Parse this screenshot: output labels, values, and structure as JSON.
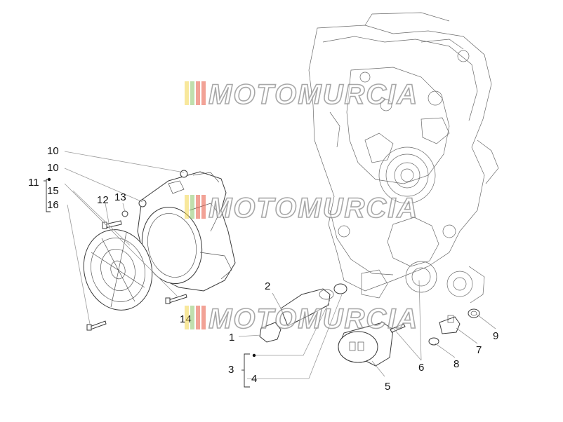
{
  "watermark": {
    "text": "MOTOMURCIA",
    "stripe_colors": [
      "#f2d64b",
      "#8cc46a",
      "#e8553f",
      "#e8553f"
    ]
  },
  "callouts": [
    {
      "id": "1",
      "label": "1"
    },
    {
      "id": "2",
      "label": "2"
    },
    {
      "id": "3",
      "label": "3"
    },
    {
      "id": "4",
      "label": "4"
    },
    {
      "id": "5",
      "label": "5"
    },
    {
      "id": "6",
      "label": "6"
    },
    {
      "id": "7",
      "label": "7"
    },
    {
      "id": "8",
      "label": "8"
    },
    {
      "id": "9",
      "label": "9"
    },
    {
      "id": "10a",
      "label": "10"
    },
    {
      "id": "10b",
      "label": "10"
    },
    {
      "id": "11",
      "label": "11"
    },
    {
      "id": "12",
      "label": "12"
    },
    {
      "id": "13",
      "label": "13"
    },
    {
      "id": "14",
      "label": "14"
    },
    {
      "id": "15",
      "label": "15"
    },
    {
      "id": "16",
      "label": "16"
    }
  ]
}
